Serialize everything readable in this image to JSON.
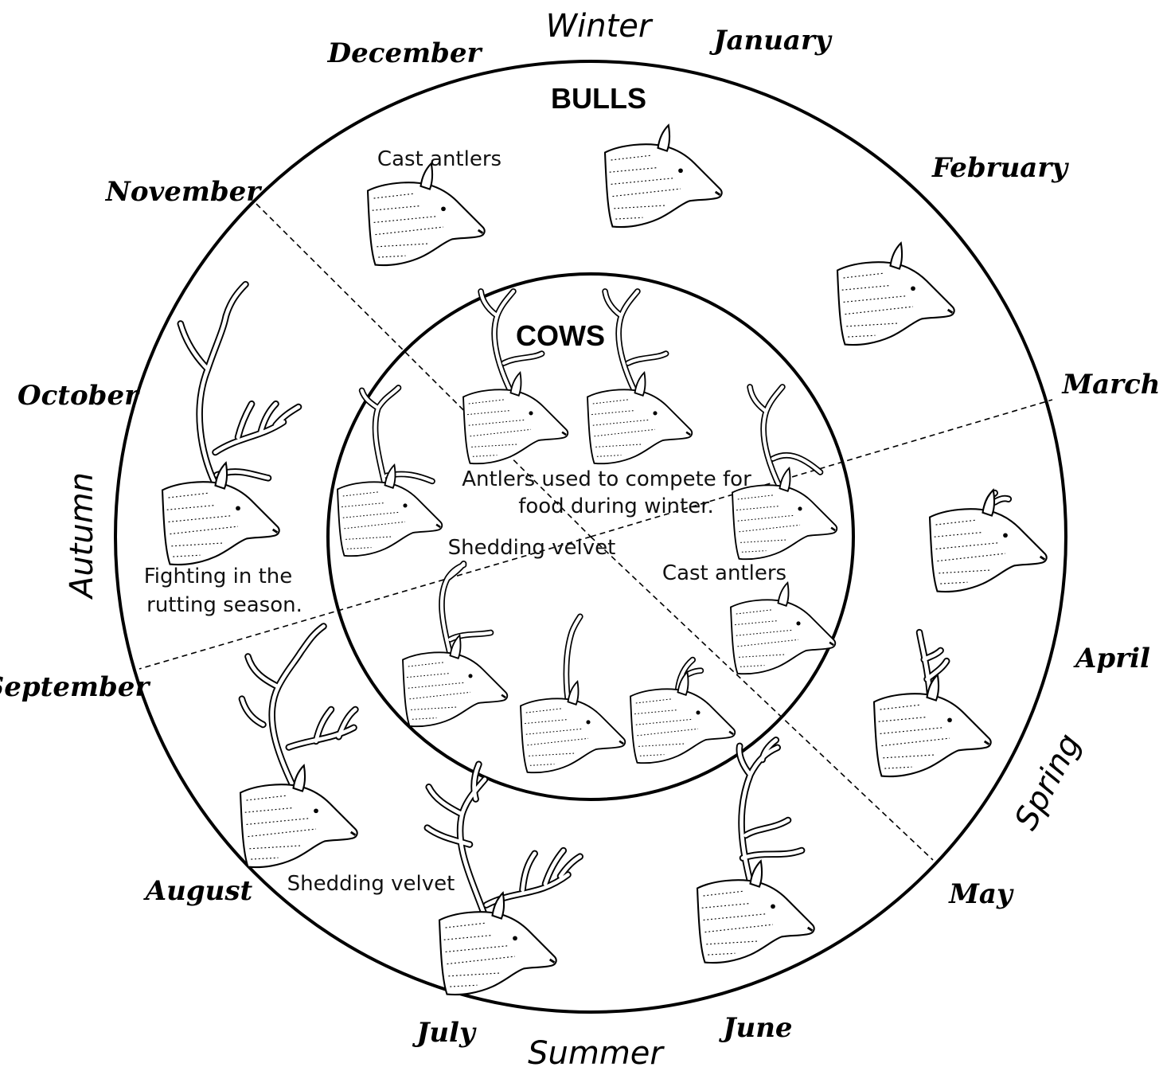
{
  "diagram": {
    "seasons": {
      "winter": "Winter",
      "spring": "Spring",
      "summer": "Summer",
      "autumn": "Autumn"
    },
    "months": {
      "december": "December",
      "january": "January",
      "february": "February",
      "march": "March",
      "april": "April",
      "may": "May",
      "june": "June",
      "july": "July",
      "august": "August",
      "september": "September",
      "october": "October",
      "november": "November"
    },
    "rings": {
      "outer": "BULLS",
      "inner": "COWS"
    },
    "notes": {
      "bulls_cast_antlers": "Cast antlers",
      "bulls_fighting_line1": "Fighting in the",
      "bulls_fighting_line2": "rutting season.",
      "bulls_shedding_velvet": "Shedding velvet",
      "cows_compete_line1": "Antlers used to compete for",
      "cows_compete_line2": "food during winter.",
      "cows_shedding_velvet": "Shedding velvet",
      "cows_cast_antlers": "Cast antlers"
    },
    "icons": {
      "reindeer_head": "reindeer-head-icon"
    }
  }
}
